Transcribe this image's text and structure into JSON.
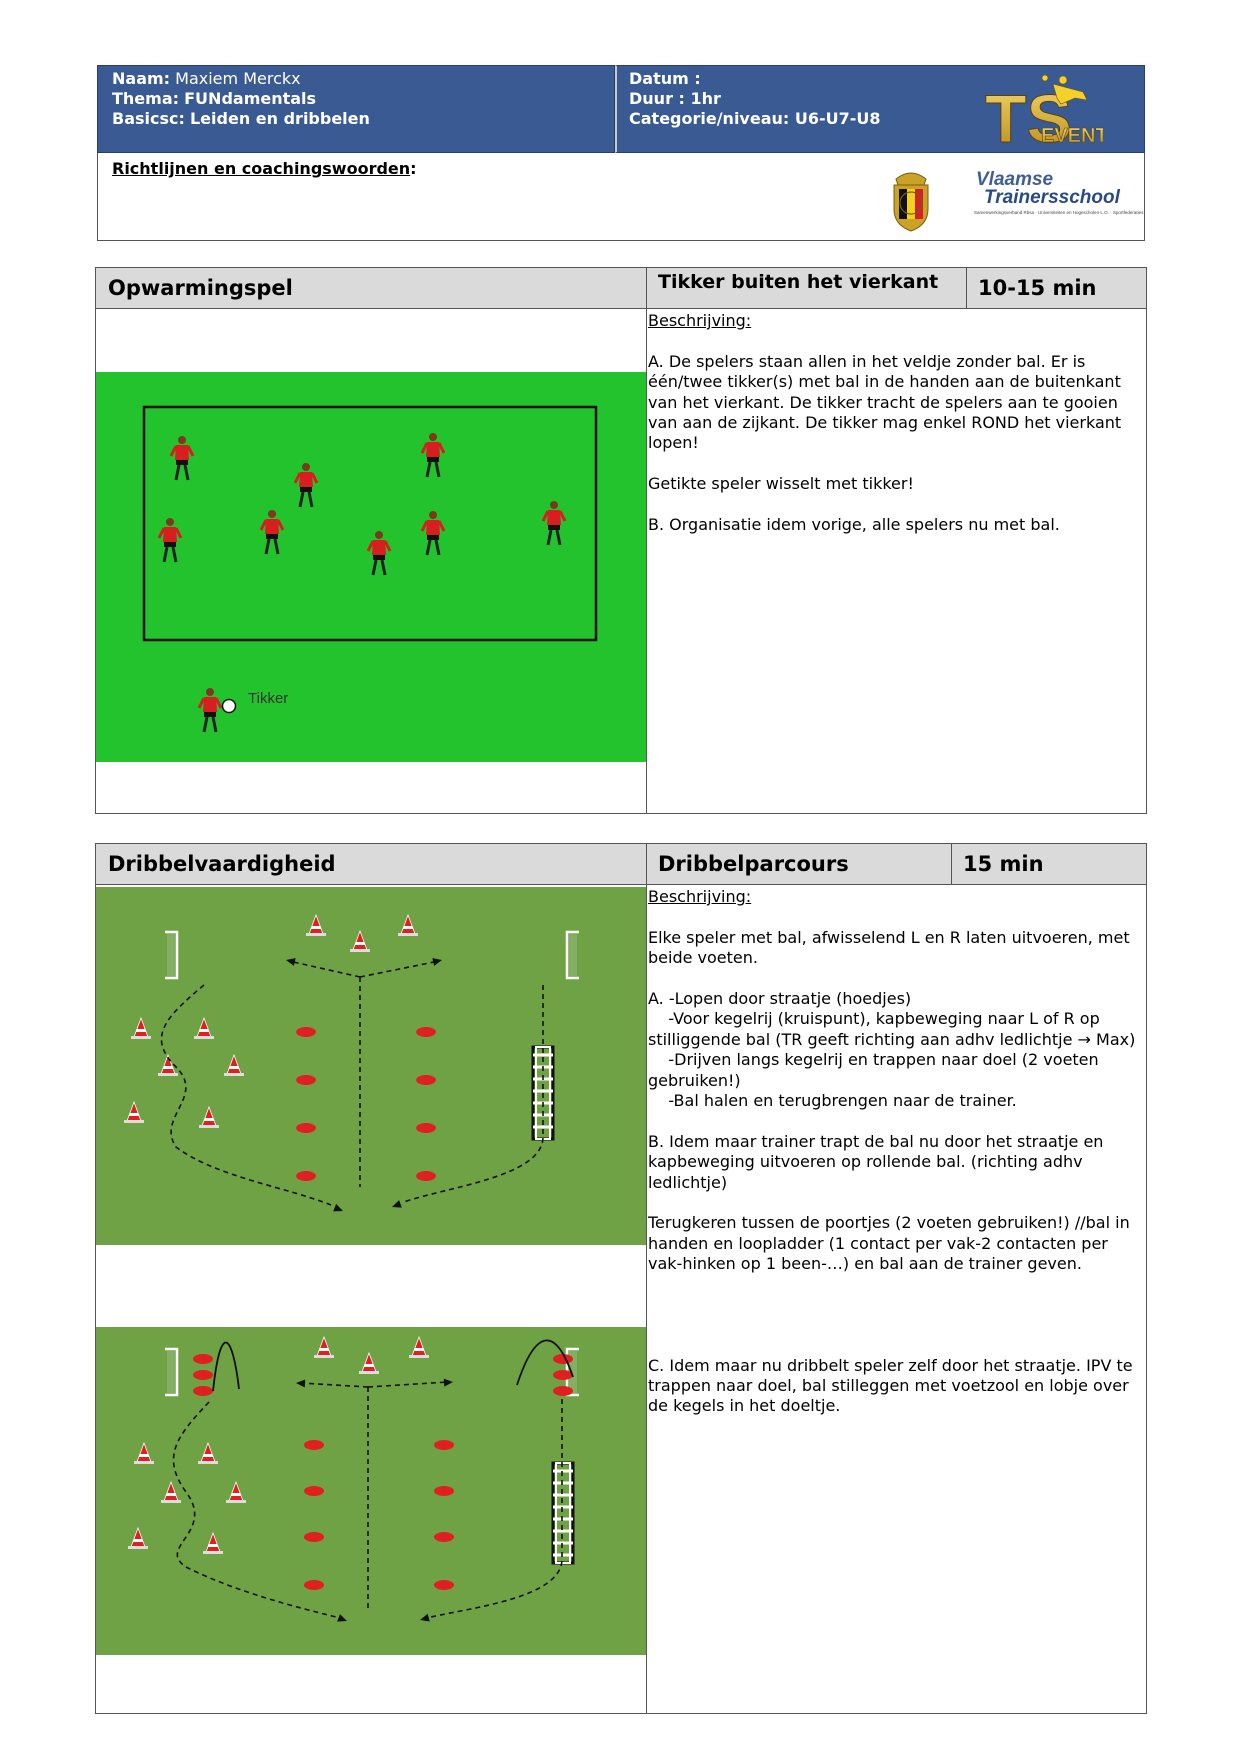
{
  "header": {
    "naam_label": "Naam:",
    "naam_value": "Maxiem Merckx",
    "thema_label": "Thema:",
    "thema_value": "FUNdamentals",
    "basic_label": "Basicsc:",
    "basic_value": "Leiden en dribbelen",
    "datum": "Datum :",
    "duur": "Duur : 1hr",
    "categorie": "Categorie/niveau: U6-U7-U8",
    "richtlijnen": "Richtlijnen en coachingswoorden",
    "richtlijnen_colon": ":",
    "logo_ts": "TS",
    "logo_events": "EVENTS",
    "vts_line1": "Vlaamse",
    "vts_line2": "Trainersschool",
    "vts_tagline": "Samenwerkingsverband Rbsa · Universiteiten en Hogescholen L.O. · Sportfederaties"
  },
  "section1": {
    "category": "Opwarmingspel",
    "exercise": "Tikker buiten het vierkant",
    "duration": "10-15 min",
    "desc_title": "Beschrijving:",
    "paragraphs": [
      "A. De spelers staan allen in het veldje zonder bal. Er is één/twee tikker(s) met bal in de handen aan de buitenkant van het vierkant. De tikker tracht de spelers aan te gooien van aan de zijkant. De tikker mag enkel ROND het vierkant lopen!",
      "Getikte speler wisselt met tikker!",
      "B. Organisatie idem vorige, alle spelers nu met bal."
    ],
    "diagram_label": "Tikker",
    "colors": {
      "field": "#22c32c",
      "jersey": "#d81f1f"
    }
  },
  "section2": {
    "category": "Dribbelvaardigheid",
    "exercise": "Dribbelparcours",
    "duration": "15 min",
    "desc_title": "Beschrijving:",
    "paragraphs": [
      "Elke speler met bal, afwisselend L en R laten uitvoeren, met beide voeten.",
      "A. -Lopen door straatje (hoedjes)\n    -Voor kegelrij (kruispunt), kapbeweging naar L of R op stilliggende bal (TR geeft richting aan adhv ledlichtje → Max)\n    -Drijven langs kegelrij en trappen naar doel (2 voeten gebruiken!)\n    -Bal halen en terugbrengen naar de trainer.",
      "B. Idem maar trainer trapt de bal nu door het straatje en kapbeweging uitvoeren op rollende bal. (richting adhv ledlichtje)",
      "Terugkeren tussen de poortjes (2 voeten gebruiken!) //bal in handen en loopladder (1 contact per vak-2 contacten per vak-hinken op 1 been-…) en bal aan de trainer geven.",
      "C. Idem maar nu dribbelt speler zelf door het straatje. IPV te trappen naar doel, bal stilleggen met voetzool en lobje over de kegels in het doeltje."
    ],
    "colors": {
      "field": "#6ea245",
      "cone": "#e02020"
    }
  }
}
